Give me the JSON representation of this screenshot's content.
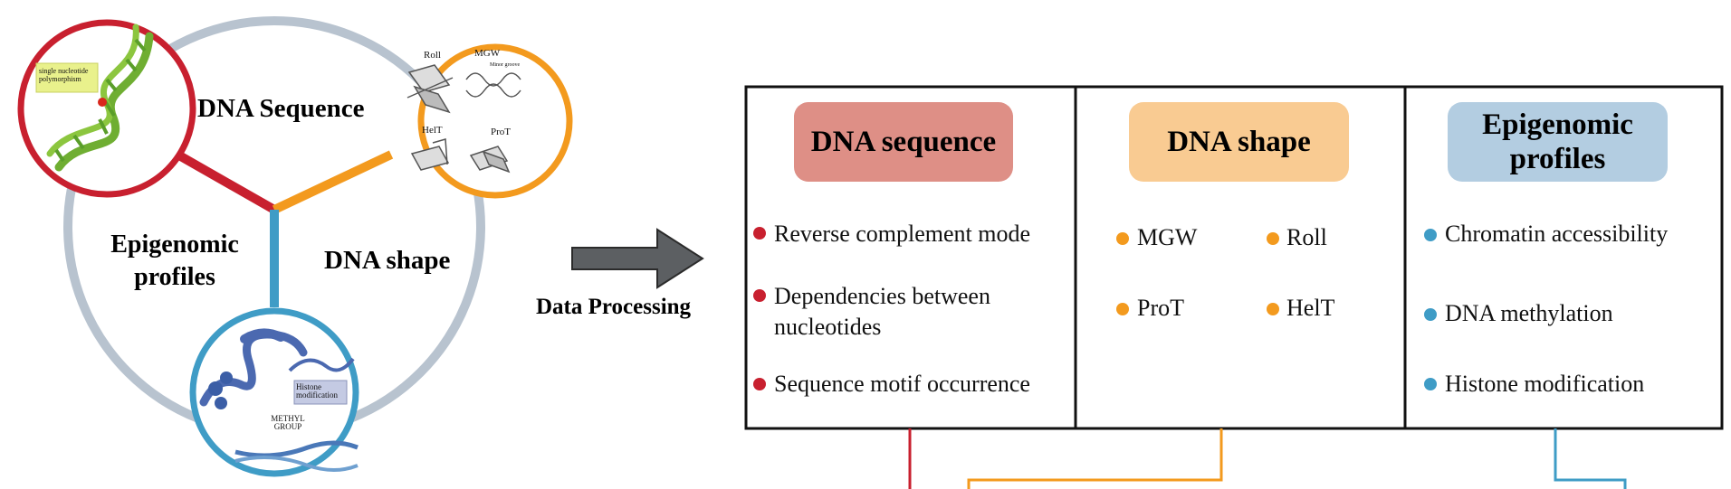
{
  "left_panel": {
    "hub_labels": {
      "dna_sequence": "DNA Sequence",
      "epigenomic_line1": "Epigenomic",
      "epigenomic_line2": "profiles",
      "dna_shape": "DNA shape"
    },
    "snp_callout_line1": "single nucleotide",
    "snp_callout_line2": "polymorphism",
    "shape_features": {
      "roll": "Roll",
      "mgw": "MGW",
      "minor_groove": "Minor groove",
      "helt": "HelT",
      "prot": "ProT"
    },
    "histone_line1": "Histone",
    "histone_line2": "modification",
    "methyl_line1": "METHYL",
    "methyl_line2": "GROUP"
  },
  "arrow_label": "Data Processing",
  "columns": {
    "sequence": {
      "title": "DNA sequence",
      "items": [
        "Reverse complement mode",
        "Dependencies between",
        "nucleotides",
        "Sequence motif occurrence"
      ]
    },
    "shape": {
      "title": "DNA shape",
      "items": [
        "MGW",
        "Roll",
        "ProT",
        "HelT"
      ]
    },
    "epigenomic": {
      "title_line1": "Epigenomic",
      "title_line2": "profiles",
      "items": [
        "Chromatin accessibility",
        "DNA methylation",
        "Histone modification"
      ]
    }
  },
  "colors": {
    "red": "#c8202f",
    "orange": "#f39a1e",
    "blue": "#3f9cc6",
    "gray_ring": "#b8c3cf",
    "pill_red": "#de8f86",
    "pill_orange": "#f9cb92",
    "pill_blue": "#b3cde1",
    "arrow": "#5c5f62",
    "helix_green": "#6fae32"
  }
}
